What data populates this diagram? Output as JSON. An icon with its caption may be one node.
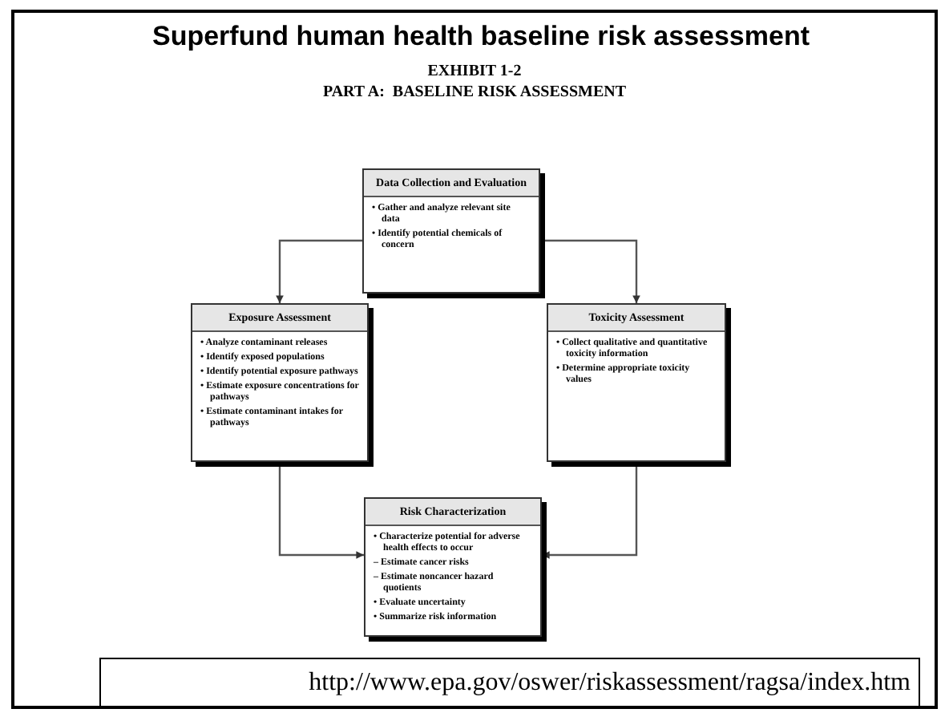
{
  "diagram": {
    "title": "Superfund human health baseline risk assessment",
    "nodes": [
      {
        "text": [
          "Data Collection and Evaluation",
          "• Gather and analyze relevant site data",
          "• Identify potential chemicals of concern"
        ]
      },
      {
        "text": [
          "Exposure Assessment",
          "• Analyze contaminant releases",
          "• Identify exposed populations",
          "• Identify potential exposure pathways",
          "• Estimate exposure concentrations for pathways",
          "• Estimate contaminant intakes for pathways"
        ]
      },
      {
        "text": [
          "Toxicity Assessment",
          "• Collect qualitative and quantitative toxicity information",
          "• Determine appropriate toxicity values"
        ]
      },
      {
        "text": [
          "Risk Characterization",
          "• Characterize potential for adverse health effects to occur",
          "– Estimate cancer risks",
          "– Estimate noncancer hazard quotients",
          "• Evaluate uncertainty",
          "• Summarize risk information"
        ]
      },
      {
        "text": [
          "http://www.epa.gov/oswer/riskassessment/ragsa/index.htm"
        ]
      }
    ],
    "edges": [
      {
        "from": 0,
        "to": 1,
        "arrow": "to"
      },
      {
        "from": 0,
        "to": 2,
        "arrow": "to"
      },
      {
        "from": 1,
        "to": 3,
        "arrow": "to"
      },
      {
        "from": 2,
        "to": 3,
        "arrow": "to"
      }
    ],
    "labels": [
      "EXHIBIT 1-2",
      "PART A:  BASELINE RISK ASSESSMENT"
    ]
  }
}
